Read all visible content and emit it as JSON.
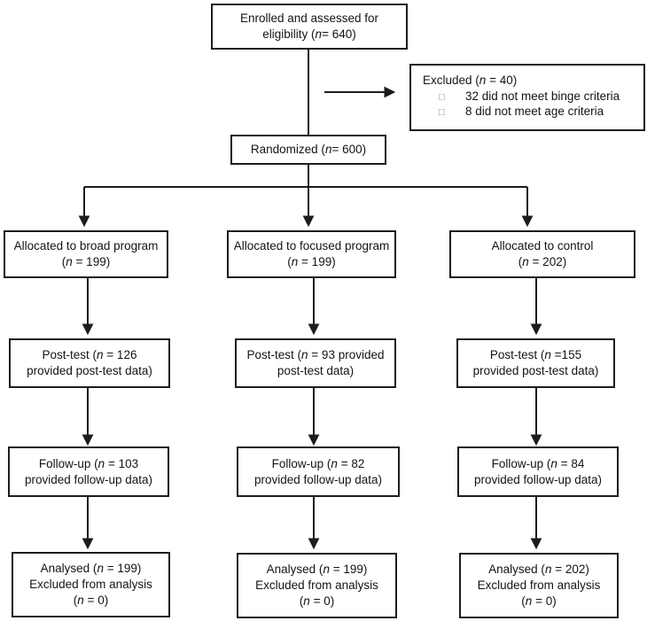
{
  "page": {
    "background": "#ffffff",
    "ink_color": "#1c1c1c",
    "bullet_color": "#8f8f8f"
  },
  "boxes": {
    "enrolled": {
      "lines": [
        [
          {
            "t": "Enrolled and assessed for"
          }
        ],
        [
          {
            "t": "eligibility ("
          },
          {
            "t": "n",
            "i": 1
          },
          {
            "t": "= 640)"
          }
        ]
      ]
    },
    "excluded": {
      "title": [
        [
          {
            "t": "Excluded ("
          },
          {
            "t": "n",
            "i": 1
          },
          {
            "t": " = 40)"
          }
        ]
      ],
      "bullet": "□",
      "items": [
        "32 did not meet binge criteria",
        "8 did not meet age criteria"
      ]
    },
    "randomized": {
      "lines": [
        [
          {
            "t": "Randomized ("
          },
          {
            "t": "n",
            "i": 1
          },
          {
            "t": "= 600)"
          }
        ]
      ]
    },
    "alloc_broad": {
      "lines": [
        [
          {
            "t": "Allocated to broad program"
          }
        ],
        [
          {
            "t": "("
          },
          {
            "t": "n",
            "i": 1
          },
          {
            "t": " = 199)"
          }
        ]
      ]
    },
    "alloc_focused": {
      "lines": [
        [
          {
            "t": "Allocated to focused program"
          }
        ],
        [
          {
            "t": "("
          },
          {
            "t": "n",
            "i": 1
          },
          {
            "t": " = 199)"
          }
        ]
      ]
    },
    "alloc_control": {
      "lines": [
        [
          {
            "t": "Allocated to control"
          }
        ],
        [
          {
            "t": "("
          },
          {
            "t": "n",
            "i": 1
          },
          {
            "t": " = 202)"
          }
        ]
      ]
    },
    "post_broad": {
      "lines": [
        [
          {
            "t": "Post-test ("
          },
          {
            "t": "n",
            "i": 1
          },
          {
            "t": " = 126"
          }
        ],
        [
          {
            "t": "provided post-test data)"
          }
        ]
      ]
    },
    "post_focused": {
      "lines": [
        [
          {
            "t": "Post-test ("
          },
          {
            "t": "n",
            "i": 1
          },
          {
            "t": " = 93 provided"
          }
        ],
        [
          {
            "t": "post-test data)"
          }
        ]
      ]
    },
    "post_control": {
      "lines": [
        [
          {
            "t": "Post-test ("
          },
          {
            "t": "n",
            "i": 1
          },
          {
            "t": " =155"
          }
        ],
        [
          {
            "t": "provided post-test data)"
          }
        ]
      ]
    },
    "followup_broad": {
      "lines": [
        [
          {
            "t": "Follow-up ("
          },
          {
            "t": "n",
            "i": 1
          },
          {
            "t": " = 103"
          }
        ],
        [
          {
            "t": "provided follow-up data)"
          }
        ]
      ]
    },
    "followup_focused": {
      "lines": [
        [
          {
            "t": "Follow-up ("
          },
          {
            "t": "n",
            "i": 1
          },
          {
            "t": " = 82"
          }
        ],
        [
          {
            "t": "provided follow-up data)"
          }
        ]
      ]
    },
    "followup_control": {
      "lines": [
        [
          {
            "t": "Follow-up ("
          },
          {
            "t": "n",
            "i": 1
          },
          {
            "t": " = 84"
          }
        ],
        [
          {
            "t": "provided follow-up data)"
          }
        ]
      ]
    },
    "analysed_broad": {
      "lines": [
        [
          {
            "t": "Analysed ("
          },
          {
            "t": "n",
            "i": 1
          },
          {
            "t": " = 199)"
          }
        ],
        [
          {
            "t": "Excluded from analysis"
          }
        ],
        [
          {
            "t": "("
          },
          {
            "t": "n",
            "i": 1
          },
          {
            "t": " = 0)"
          }
        ]
      ]
    },
    "analysed_focused": {
      "lines": [
        [
          {
            "t": "Analysed ("
          },
          {
            "t": "n",
            "i": 1
          },
          {
            "t": " = 199)"
          }
        ],
        [
          {
            "t": "Excluded from analysis"
          }
        ],
        [
          {
            "t": "("
          },
          {
            "t": "n",
            "i": 1
          },
          {
            "t": " = 0)"
          }
        ]
      ]
    },
    "analysed_control": {
      "lines": [
        [
          {
            "t": "Analysed ("
          },
          {
            "t": "n",
            "i": 1
          },
          {
            "t": " = 202)"
          }
        ],
        [
          {
            "t": "Excluded from analysis"
          }
        ],
        [
          {
            "t": "("
          },
          {
            "t": "n",
            "i": 1
          },
          {
            "t": " = 0)"
          }
        ]
      ]
    }
  }
}
